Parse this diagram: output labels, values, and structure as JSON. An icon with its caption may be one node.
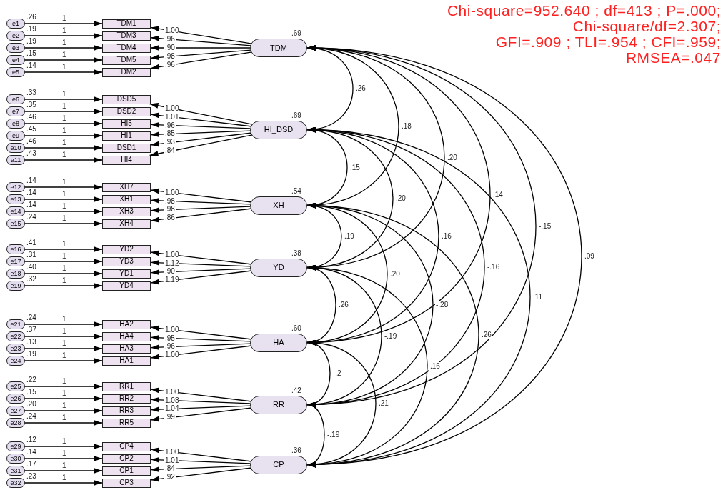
{
  "diagram": {
    "nodes": [
      {
        "text": [
          "e1"
        ],
        "beside": [
          ".26"
        ]
      },
      {
        "text": [
          "TDM1"
        ]
      },
      {
        "text": [
          "e2"
        ],
        "beside": [
          ".19"
        ]
      },
      {
        "text": [
          "TDM3"
        ]
      },
      {
        "text": [
          "e3"
        ],
        "beside": [
          ".19"
        ]
      },
      {
        "text": [
          "TDM4"
        ]
      },
      {
        "text": [
          "e4"
        ],
        "beside": [
          ".15"
        ]
      },
      {
        "text": [
          "TDM5"
        ]
      },
      {
        "text": [
          "e5"
        ],
        "beside": [
          ".14"
        ]
      },
      {
        "text": [
          "TDM2"
        ]
      },
      {
        "text": [
          "TDM"
        ],
        "beside": [
          ".69"
        ]
      },
      {
        "text": [
          "e6"
        ],
        "beside": [
          ".33"
        ]
      },
      {
        "text": [
          "DSD5"
        ]
      },
      {
        "text": [
          "e7"
        ],
        "beside": [
          ".35"
        ]
      },
      {
        "text": [
          "DSD2"
        ]
      },
      {
        "text": [
          "e8"
        ],
        "beside": [
          ".46"
        ]
      },
      {
        "text": [
          "HI5"
        ]
      },
      {
        "text": [
          "e9"
        ],
        "beside": [
          ".45"
        ]
      },
      {
        "text": [
          "HI1"
        ]
      },
      {
        "text": [
          "e10"
        ],
        "beside": [
          ".46"
        ]
      },
      {
        "text": [
          "DSD1"
        ]
      },
      {
        "text": [
          "e11"
        ],
        "beside": [
          ".43"
        ]
      },
      {
        "text": [
          "HI4"
        ]
      },
      {
        "text": [
          "HI_DSD"
        ],
        "beside": [
          ".69"
        ]
      },
      {
        "text": [
          "e12"
        ],
        "beside": [
          ".14"
        ]
      },
      {
        "text": [
          "XH7"
        ]
      },
      {
        "text": [
          "e13"
        ],
        "beside": [
          ".14"
        ]
      },
      {
        "text": [
          "XH1"
        ]
      },
      {
        "text": [
          "e14"
        ],
        "beside": [
          ".14"
        ]
      },
      {
        "text": [
          "XH3"
        ]
      },
      {
        "text": [
          "e15"
        ],
        "beside": [
          ".24"
        ]
      },
      {
        "text": [
          "XH4"
        ]
      },
      {
        "text": [
          "XH"
        ],
        "beside": [
          ".54"
        ]
      },
      {
        "text": [
          "e16"
        ],
        "beside": [
          ".41"
        ]
      },
      {
        "text": [
          "YD2"
        ]
      },
      {
        "text": [
          "e17"
        ],
        "beside": [
          ".31"
        ]
      },
      {
        "text": [
          "YD3"
        ]
      },
      {
        "text": [
          "e18"
        ],
        "beside": [
          ".40"
        ]
      },
      {
        "text": [
          "YD1"
        ]
      },
      {
        "text": [
          "e19"
        ],
        "beside": [
          ".32"
        ]
      },
      {
        "text": [
          "YD4"
        ]
      },
      {
        "text": [
          "YD"
        ],
        "beside": [
          ".38"
        ]
      },
      {
        "text": [
          "e21"
        ],
        "beside": [
          ".24"
        ]
      },
      {
        "text": [
          "HA2"
        ]
      },
      {
        "text": [
          "e22"
        ],
        "beside": [
          ".37"
        ]
      },
      {
        "text": [
          "HA4"
        ]
      },
      {
        "text": [
          "e23"
        ],
        "beside": [
          ".13"
        ]
      },
      {
        "text": [
          "HA3"
        ]
      },
      {
        "text": [
          "e24"
        ],
        "beside": [
          ".19"
        ]
      },
      {
        "text": [
          "HA1"
        ]
      },
      {
        "text": [
          "HA"
        ],
        "beside": [
          ".60"
        ]
      },
      {
        "text": [
          "e25"
        ],
        "beside": [
          ".22"
        ]
      },
      {
        "text": [
          "RR1"
        ]
      },
      {
        "text": [
          "e26"
        ],
        "beside": [
          ".15"
        ]
      },
      {
        "text": [
          "RR2"
        ]
      },
      {
        "text": [
          "e27"
        ],
        "beside": [
          ".20"
        ]
      },
      {
        "text": [
          "RR3"
        ]
      },
      {
        "text": [
          "e28"
        ],
        "beside": [
          ".24"
        ]
      },
      {
        "text": [
          "RR5"
        ]
      },
      {
        "text": [
          "RR"
        ],
        "beside": [
          ".42"
        ]
      },
      {
        "text": [
          "e29"
        ],
        "beside": [
          ".12"
        ]
      },
      {
        "text": [
          "CP4"
        ]
      },
      {
        "text": [
          "e30"
        ],
        "beside": [
          ".14"
        ]
      },
      {
        "text": [
          "CP2"
        ]
      },
      {
        "text": [
          "e31"
        ],
        "beside": [
          ".17"
        ]
      },
      {
        "text": [
          "CP1"
        ]
      },
      {
        "text": [
          "e32"
        ],
        "beside": [
          ".23"
        ]
      },
      {
        "text": [
          "CP3"
        ]
      },
      {
        "text": [
          "CP"
        ],
        "beside": [
          ".36"
        ]
      }
    ],
    "edges": [
      {
        "from": 0,
        "to": 1,
        "arrow": "to",
        "label": "1"
      },
      {
        "from": 10,
        "to": 1,
        "arrow": "to",
        "label": "1.00"
      },
      {
        "from": 2,
        "to": 3,
        "arrow": "to",
        "label": "1"
      },
      {
        "from": 10,
        "to": 3,
        "arrow": "to",
        "label": ".96"
      },
      {
        "from": 4,
        "to": 5,
        "arrow": "to",
        "label": "1"
      },
      {
        "from": 10,
        "to": 5,
        "arrow": "to",
        "label": ".90"
      },
      {
        "from": 6,
        "to": 7,
        "arrow": "to",
        "label": "1"
      },
      {
        "from": 10,
        "to": 7,
        "arrow": "to",
        "label": ".98"
      },
      {
        "from": 8,
        "to": 9,
        "arrow": "to",
        "label": "1"
      },
      {
        "from": 10,
        "to": 9,
        "arrow": "to",
        "label": ".96"
      },
      {
        "from": 11,
        "to": 12,
        "arrow": "to",
        "label": "1"
      },
      {
        "from": 23,
        "to": 12,
        "arrow": "to",
        "label": "1.00"
      },
      {
        "from": 13,
        "to": 14,
        "arrow": "to",
        "label": "1"
      },
      {
        "from": 23,
        "to": 14,
        "arrow": "to",
        "label": "1.01"
      },
      {
        "from": 15,
        "to": 16,
        "arrow": "to",
        "label": "1"
      },
      {
        "from": 23,
        "to": 16,
        "arrow": "to",
        "label": ".96"
      },
      {
        "from": 17,
        "to": 18,
        "arrow": "to",
        "label": "1"
      },
      {
        "from": 23,
        "to": 18,
        "arrow": "to",
        "label": ".85"
      },
      {
        "from": 19,
        "to": 20,
        "arrow": "to",
        "label": "1"
      },
      {
        "from": 23,
        "to": 20,
        "arrow": "to",
        "label": ".93"
      },
      {
        "from": 21,
        "to": 22,
        "arrow": "to",
        "label": "1"
      },
      {
        "from": 23,
        "to": 22,
        "arrow": "to",
        "label": ".84"
      },
      {
        "from": 24,
        "to": 25,
        "arrow": "to",
        "label": "1"
      },
      {
        "from": 32,
        "to": 25,
        "arrow": "to",
        "label": "1.00"
      },
      {
        "from": 26,
        "to": 27,
        "arrow": "to",
        "label": "1"
      },
      {
        "from": 32,
        "to": 27,
        "arrow": "to",
        "label": ".98"
      },
      {
        "from": 28,
        "to": 29,
        "arrow": "to",
        "label": "1"
      },
      {
        "from": 32,
        "to": 29,
        "arrow": "to",
        "label": ".98"
      },
      {
        "from": 30,
        "to": 31,
        "arrow": "to",
        "label": "1"
      },
      {
        "from": 32,
        "to": 31,
        "arrow": "to",
        "label": ".86"
      },
      {
        "from": 33,
        "to": 34,
        "arrow": "to",
        "label": "1"
      },
      {
        "from": 41,
        "to": 34,
        "arrow": "to",
        "label": "1.00"
      },
      {
        "from": 35,
        "to": 36,
        "arrow": "to",
        "label": "1"
      },
      {
        "from": 41,
        "to": 36,
        "arrow": "to",
        "label": "1.12"
      },
      {
        "from": 37,
        "to": 38,
        "arrow": "to",
        "label": "1"
      },
      {
        "from": 41,
        "to": 38,
        "arrow": "to",
        "label": ".90"
      },
      {
        "from": 39,
        "to": 40,
        "arrow": "to",
        "label": "1"
      },
      {
        "from": 41,
        "to": 40,
        "arrow": "to",
        "label": "1.19"
      },
      {
        "from": 42,
        "to": 43,
        "arrow": "to",
        "label": "1"
      },
      {
        "from": 50,
        "to": 43,
        "arrow": "to",
        "label": "1.00"
      },
      {
        "from": 44,
        "to": 45,
        "arrow": "to",
        "label": "1"
      },
      {
        "from": 50,
        "to": 45,
        "arrow": "to",
        "label": ".95"
      },
      {
        "from": 46,
        "to": 47,
        "arrow": "to",
        "label": "1"
      },
      {
        "from": 50,
        "to": 47,
        "arrow": "to",
        "label": ".96"
      },
      {
        "from": 48,
        "to": 49,
        "arrow": "to",
        "label": "1"
      },
      {
        "from": 50,
        "to": 49,
        "arrow": "to",
        "label": "1.00"
      },
      {
        "from": 51,
        "to": 52,
        "arrow": "to",
        "label": "1"
      },
      {
        "from": 59,
        "to": 52,
        "arrow": "to",
        "label": "1.00"
      },
      {
        "from": 53,
        "to": 54,
        "arrow": "to",
        "label": "1"
      },
      {
        "from": 59,
        "to": 54,
        "arrow": "to",
        "label": "1.08"
      },
      {
        "from": 55,
        "to": 56,
        "arrow": "to",
        "label": "1"
      },
      {
        "from": 59,
        "to": 56,
        "arrow": "to",
        "label": "1.04"
      },
      {
        "from": 57,
        "to": 58,
        "arrow": "to",
        "label": "1"
      },
      {
        "from": 59,
        "to": 58,
        "arrow": "to",
        "label": ".99"
      },
      {
        "from": 60,
        "to": 61,
        "arrow": "to",
        "label": "1"
      },
      {
        "from": 68,
        "to": 61,
        "arrow": "to",
        "label": "1.00"
      },
      {
        "from": 62,
        "to": 63,
        "arrow": "to",
        "label": "1"
      },
      {
        "from": 68,
        "to": 63,
        "arrow": "to",
        "label": "1.01"
      },
      {
        "from": 64,
        "to": 65,
        "arrow": "to",
        "label": "1"
      },
      {
        "from": 68,
        "to": 65,
        "arrow": "to",
        "label": ".84"
      },
      {
        "from": 66,
        "to": 67,
        "arrow": "to",
        "label": "1"
      },
      {
        "from": 68,
        "to": 67,
        "arrow": "to",
        "label": ".92"
      },
      {
        "from": 10,
        "to": 23,
        "arrow": "both",
        "label": ".26"
      },
      {
        "from": 10,
        "to": 32,
        "arrow": "both",
        "label": ".18"
      },
      {
        "from": 10,
        "to": 41,
        "arrow": "both",
        "label": ".20"
      },
      {
        "from": 10,
        "to": 50,
        "arrow": "both",
        "label": ".14"
      },
      {
        "from": 10,
        "to": 59,
        "arrow": "both",
        "label": "-.15"
      },
      {
        "from": 10,
        "to": 68,
        "arrow": "both",
        "label": ".09"
      },
      {
        "from": 23,
        "to": 32,
        "arrow": "both",
        "label": ".15"
      },
      {
        "from": 23,
        "to": 41,
        "arrow": "both",
        "label": ".20"
      },
      {
        "from": 23,
        "to": 50,
        "arrow": "both",
        "label": ".16"
      },
      {
        "from": 23,
        "to": 59,
        "arrow": "both",
        "label": "-.16"
      },
      {
        "from": 23,
        "to": 68,
        "arrow": "both",
        "label": ".11"
      },
      {
        "from": 32,
        "to": 41,
        "arrow": "both",
        "label": ".19"
      },
      {
        "from": 32,
        "to": 50,
        "arrow": "both",
        "label": ".20"
      },
      {
        "from": 32,
        "to": 59,
        "arrow": "both",
        "label": "-.28"
      },
      {
        "from": 32,
        "to": 68,
        "arrow": "both",
        "label": ".26"
      },
      {
        "from": 41,
        "to": 50,
        "arrow": "both",
        "label": ".26"
      },
      {
        "from": 41,
        "to": 59,
        "arrow": "both",
        "label": "-.19"
      },
      {
        "from": 41,
        "to": 68,
        "arrow": "both",
        "label": ".16"
      },
      {
        "from": 50,
        "to": 59,
        "arrow": "both",
        "label": "-.2"
      },
      {
        "from": 50,
        "to": 68,
        "arrow": "both",
        "label": ".21"
      },
      {
        "from": 59,
        "to": 68,
        "arrow": "both",
        "label": "-.19"
      }
    ],
    "labels": [
      "Chi-square=952.640 ; df=413 ; P=.000;",
      "Chi-square/df=2.307;",
      "GFI=.909 ; TLI=.954 ; CFI=.959;",
      "RMSEA=.047"
    ]
  }
}
